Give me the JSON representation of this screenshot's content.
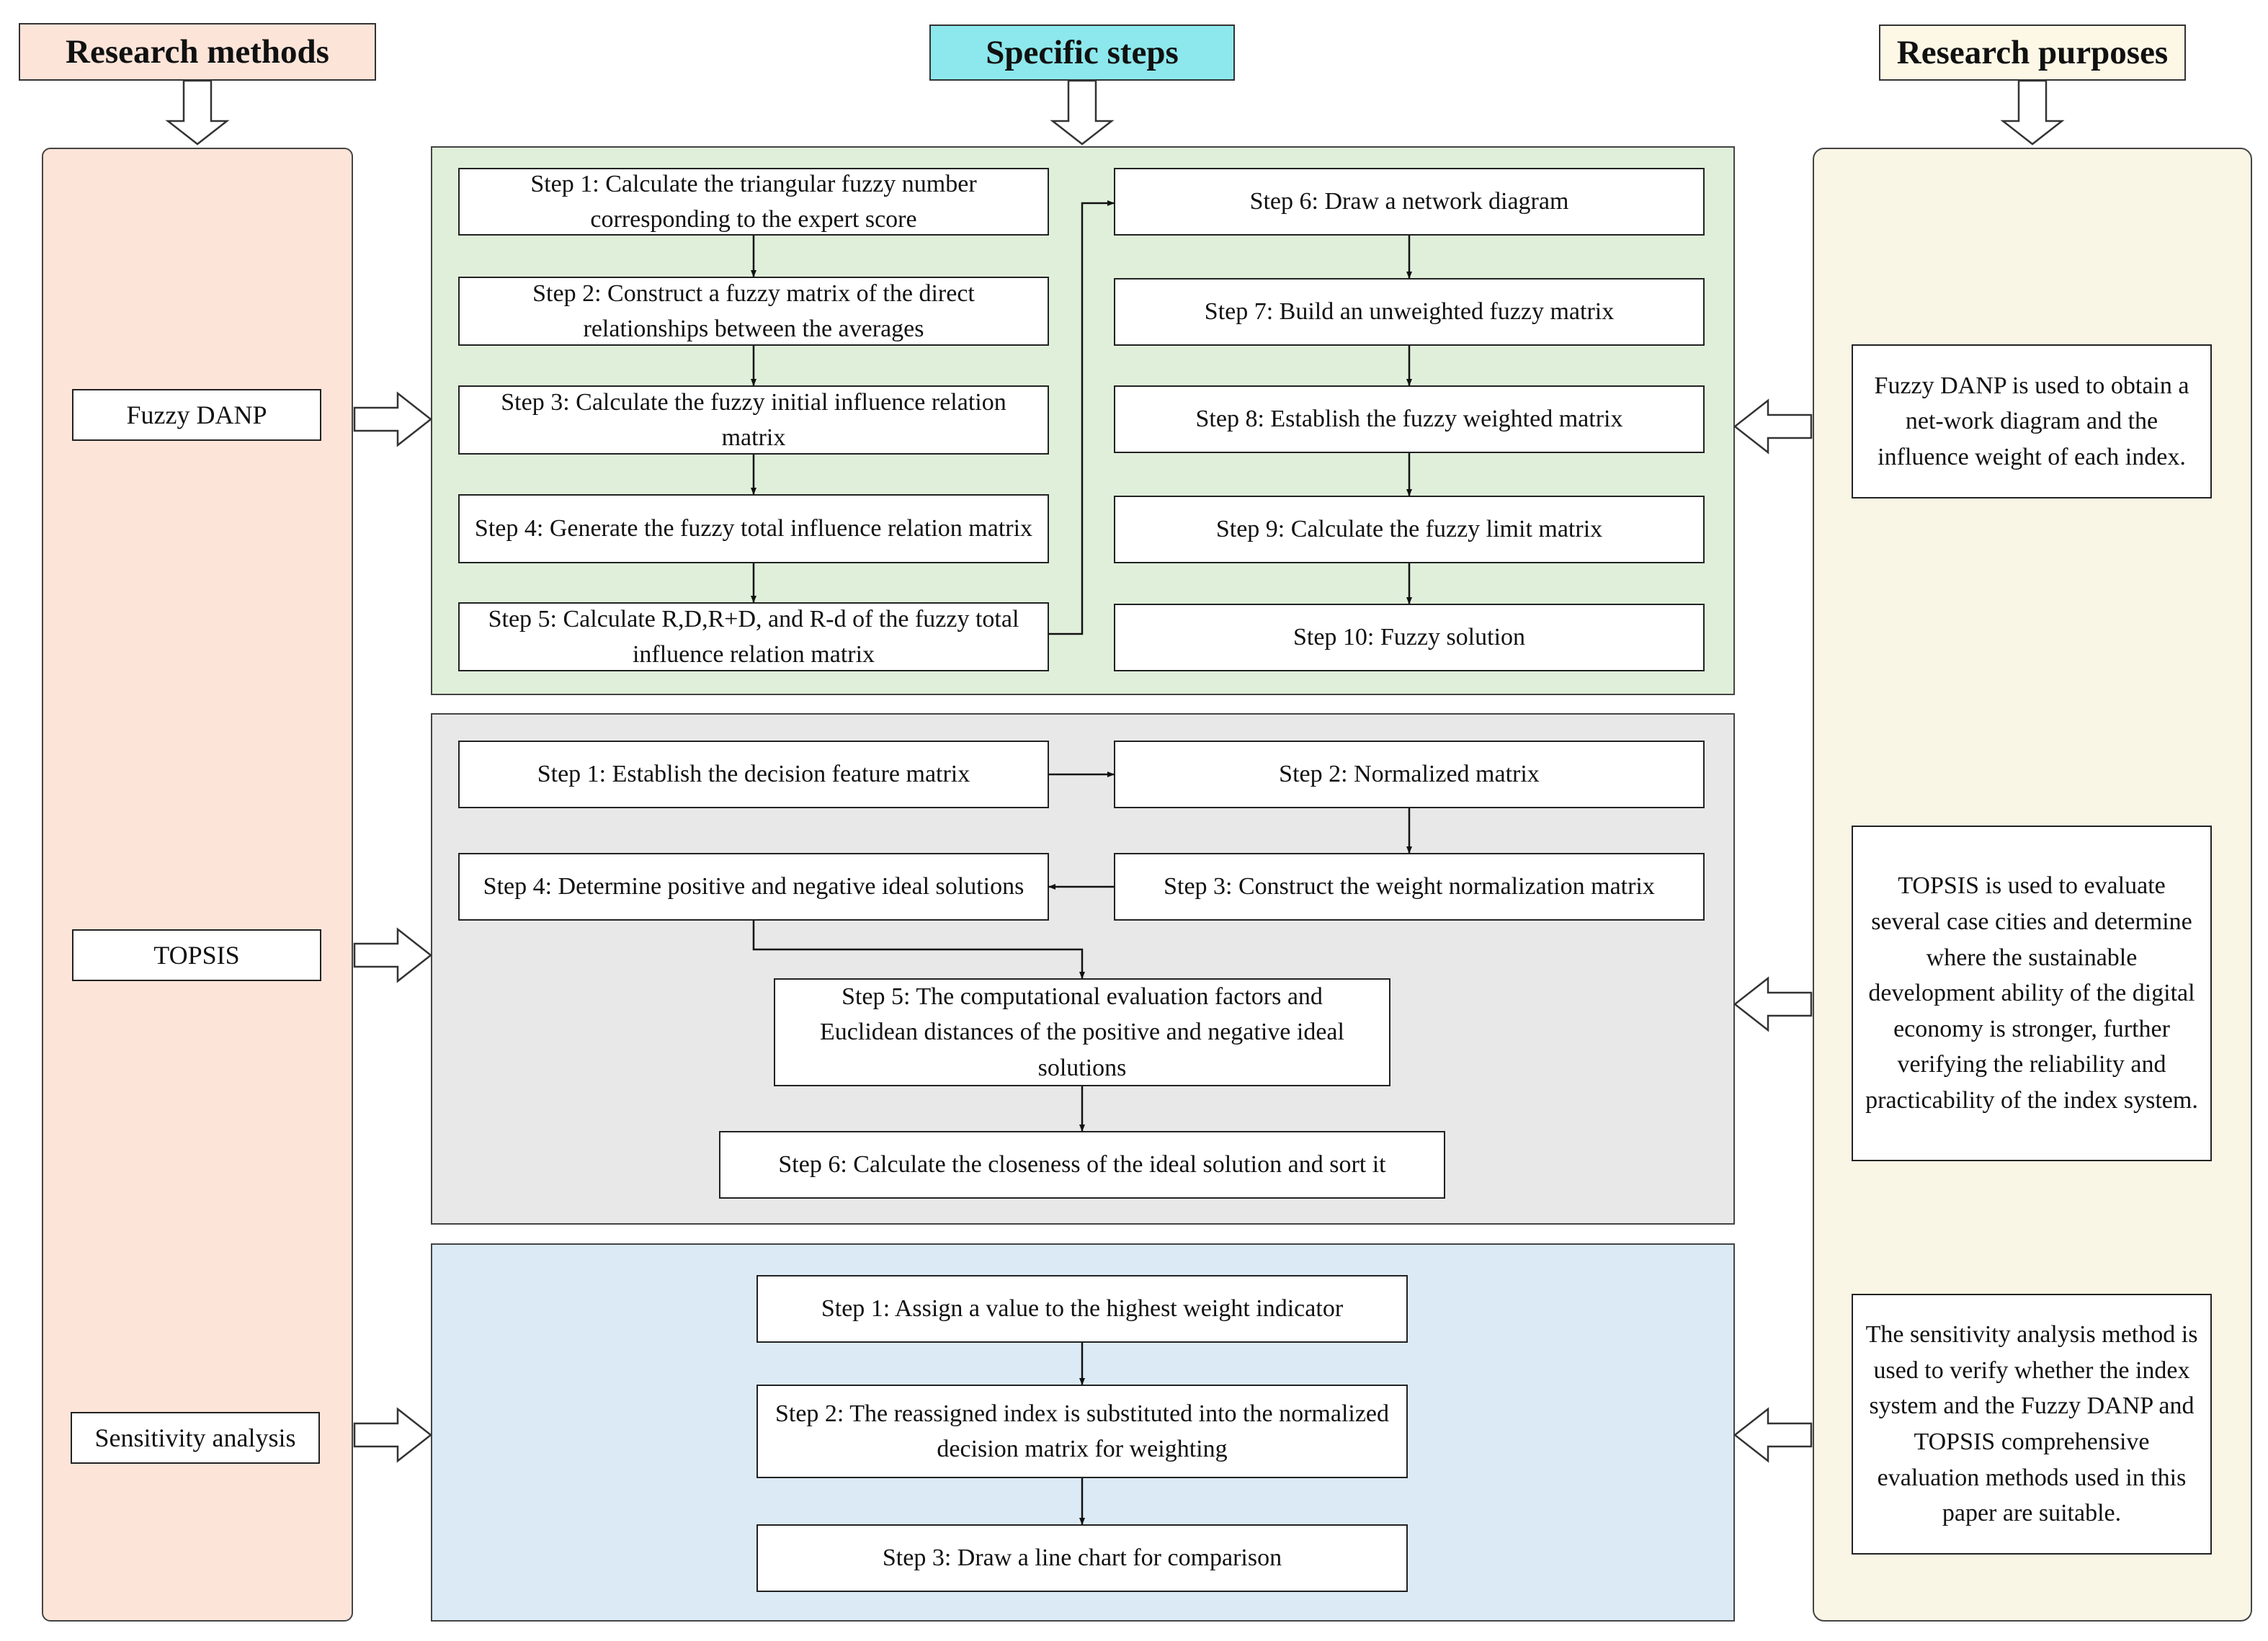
{
  "headers": {
    "methods": "Research methods",
    "steps": "Specific steps",
    "purposes": "Research purposes"
  },
  "methods": [
    "Fuzzy DANP",
    "TOPSIS",
    "Sensitivity analysis"
  ],
  "danp_steps": [
    "Step 1: Calculate the triangular fuzzy number corresponding to the expert score",
    "Step 2: Construct a fuzzy matrix of the direct relationships between the averages",
    "Step 3: Calculate the fuzzy initial influence relation matrix",
    "Step 4: Generate the fuzzy total influence relation matrix",
    "Step 5: Calculate R,D,R+D, and R-d of the fuzzy total influence relation matrix",
    "Step 6: Draw a network diagram",
    "Step 7: Build an unweighted fuzzy matrix",
    "Step 8: Establish the fuzzy weighted matrix",
    "Step 9: Calculate the fuzzy limit matrix",
    "Step 10: Fuzzy solution"
  ],
  "topsis_steps": [
    "Step 1: Establish the decision feature matrix",
    "Step 2: Normalized matrix",
    "Step 3: Construct the weight normalization matrix",
    "Step 4: Determine positive and negative ideal solutions",
    "Step 5: The computational evaluation factors and Euclidean distances of the positive and negative ideal solutions",
    "Step 6: Calculate the closeness of the ideal solution and sort it"
  ],
  "sensitivity_steps": [
    "Step 1: Assign a value to the highest weight indicator",
    "Step 2: The reassigned index is substituted into the normalized decision matrix for weighting",
    "Step 3: Draw a line chart for comparison"
  ],
  "purposes": [
    "Fuzzy DANP is used to obtain a net-work diagram and the influence weight of each index.",
    "TOPSIS is used to evaluate several case cities and determine where the sustainable development ability of the digital economy is stronger, further verifying the reliability and practicability of the index system.",
    "The sensitivity analysis method is used to verify whether the index system and the Fuzzy DANP and TOPSIS comprehensive evaluation methods used in this paper are suitable."
  ],
  "colors": {
    "methods_header_bg": "#fde4d9",
    "steps_header_bg": "#8ce8ec",
    "purposes_header_bg": "#fdf8e6",
    "methods_column_bg": "#fde4d9",
    "purposes_column_bg": "#f9f6e6",
    "danp_panel_bg": "#e0efda",
    "topsis_panel_bg": "#e8e8e8",
    "sensitivity_panel_bg": "#dbeaf5"
  }
}
